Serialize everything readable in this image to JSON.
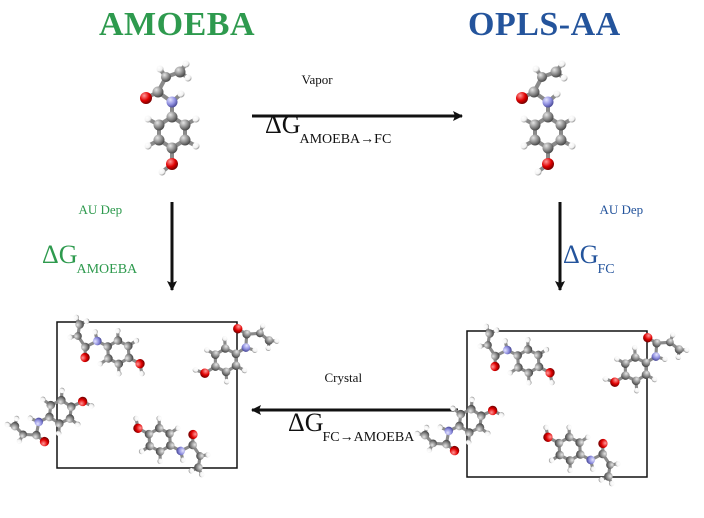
{
  "titles": {
    "left": "AMOEBA",
    "right": "OPLS-AA",
    "left_color": "#2e9a4e",
    "right_color": "#24549c"
  },
  "labels": {
    "vapor": {
      "main": "ΔG",
      "sup": "Vapor",
      "sub": "AMOEBA→FC",
      "color": "#111111"
    },
    "au_left": {
      "main": "ΔG",
      "sup": "AU Dep",
      "sub": "AMOEBA",
      "color": "#2e9a4e"
    },
    "au_right": {
      "main": "ΔG",
      "sup": "AU Dep",
      "sub": "FC",
      "color": "#24549c"
    },
    "crystal": {
      "main": "ΔG",
      "sup": "Crystal",
      "sub": "FC→AMOEBA",
      "color": "#111111"
    }
  },
  "atom_colors": {
    "carbon": "#8a8a8a",
    "oxygen": "#e00000",
    "nitrogen": "#8f8fe0",
    "hydrogen": "#f2f2f2"
  }
}
